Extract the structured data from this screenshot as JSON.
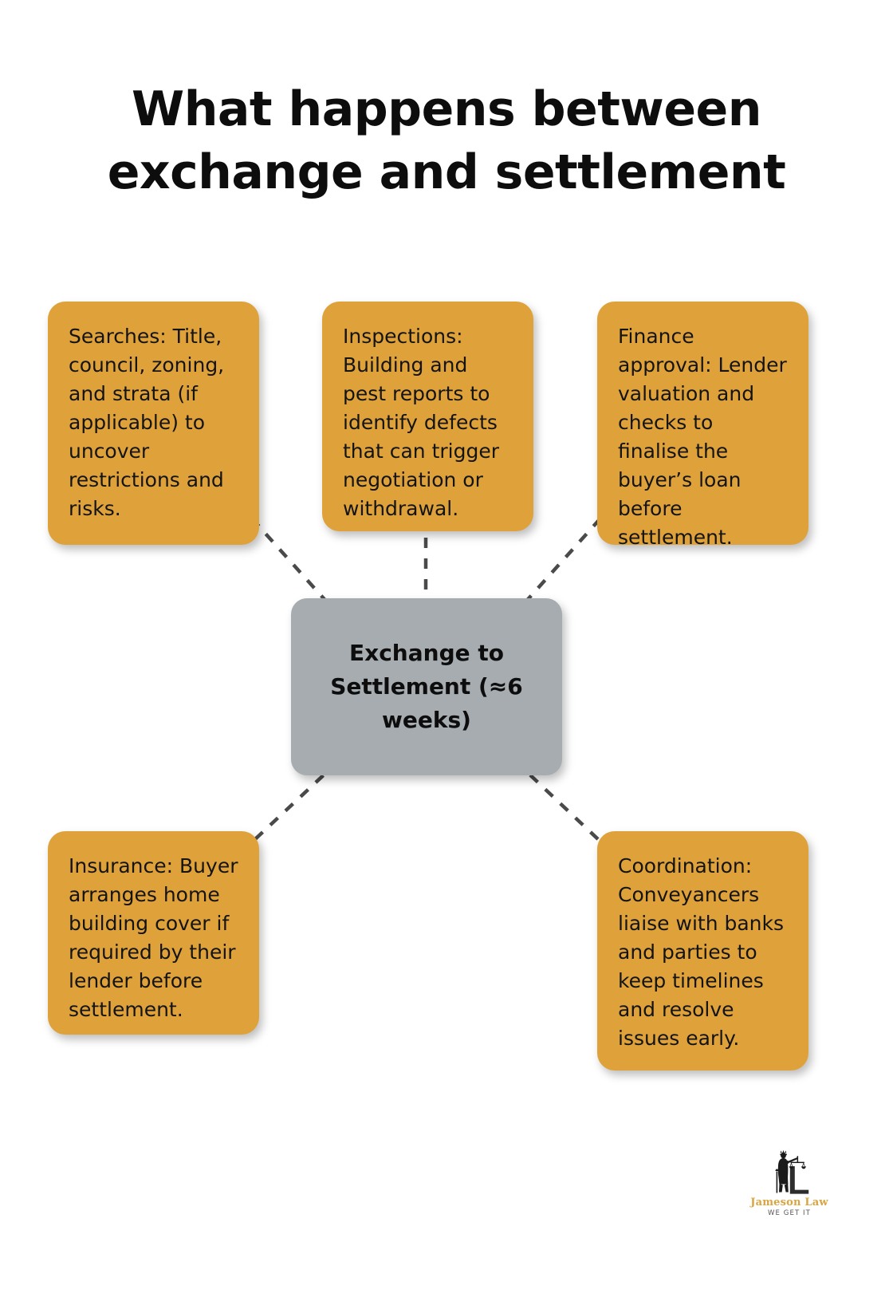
{
  "page": {
    "title": "What happens between exchange and settlement",
    "background_color": "#ffffff"
  },
  "colors": {
    "node_orange": "#dfa23b",
    "node_center_gray": "#a6acb0",
    "text_dark": "#141414",
    "connector_gray": "#4a4a4a",
    "brand_gold": "#d9a441"
  },
  "center_node": {
    "label": "Exchange to Settlement (≈6 weeks)"
  },
  "nodes": [
    {
      "id": "searches",
      "label": "Searches: Title, council, zoning, and strata (if applicable) to uncover restrictions and risks."
    },
    {
      "id": "inspections",
      "label": "Inspections: Building and pest reports to identify defects that can trigger negotiation or withdrawal."
    },
    {
      "id": "finance",
      "label": "Finance approval: Lender valuation and checks to finalise the buyer’s loan before settlement."
    },
    {
      "id": "insurance",
      "label": "Insurance: Buyer arranges home building cover if required by their lender before settlement."
    },
    {
      "id": "coordination",
      "label": "Coordination: Conveyancers liaise with banks and parties to keep timelines and resolve issues early."
    }
  ],
  "logo": {
    "brand": "Jameson Law",
    "tagline": "WE GET IT",
    "mark": "lady-justice-scales-icon"
  }
}
